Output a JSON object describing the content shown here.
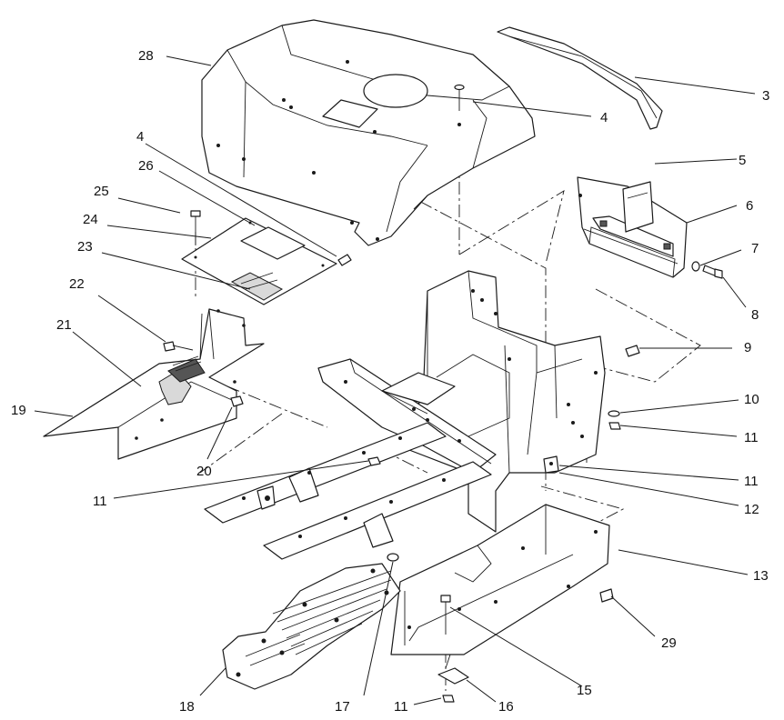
{
  "callouts": [
    {
      "id": "c28",
      "text": "28"
    },
    {
      "id": "c3",
      "text": "3"
    },
    {
      "id": "c4a",
      "text": "4"
    },
    {
      "id": "c4b",
      "text": "4"
    },
    {
      "id": "c26",
      "text": "26"
    },
    {
      "id": "c25",
      "text": "25"
    },
    {
      "id": "c24",
      "text": "24"
    },
    {
      "id": "c23",
      "text": "23"
    },
    {
      "id": "c5",
      "text": "5"
    },
    {
      "id": "c6",
      "text": "6"
    },
    {
      "id": "c7",
      "text": "7"
    },
    {
      "id": "c8",
      "text": "8"
    },
    {
      "id": "c22",
      "text": "22"
    },
    {
      "id": "c21",
      "text": "21"
    },
    {
      "id": "c19",
      "text": "19"
    },
    {
      "id": "c20",
      "text": "20"
    },
    {
      "id": "c9",
      "text": "9"
    },
    {
      "id": "c10",
      "text": "10"
    },
    {
      "id": "c11a",
      "text": "11"
    },
    {
      "id": "c11b",
      "text": "11"
    },
    {
      "id": "c11c",
      "text": "11"
    },
    {
      "id": "c12",
      "text": "12"
    },
    {
      "id": "c13",
      "text": "13"
    },
    {
      "id": "c29",
      "text": "29"
    },
    {
      "id": "c15",
      "text": "15"
    },
    {
      "id": "c16",
      "text": "16"
    },
    {
      "id": "c11d",
      "text": "11"
    },
    {
      "id": "c17",
      "text": "17"
    },
    {
      "id": "c18",
      "text": "18"
    }
  ]
}
